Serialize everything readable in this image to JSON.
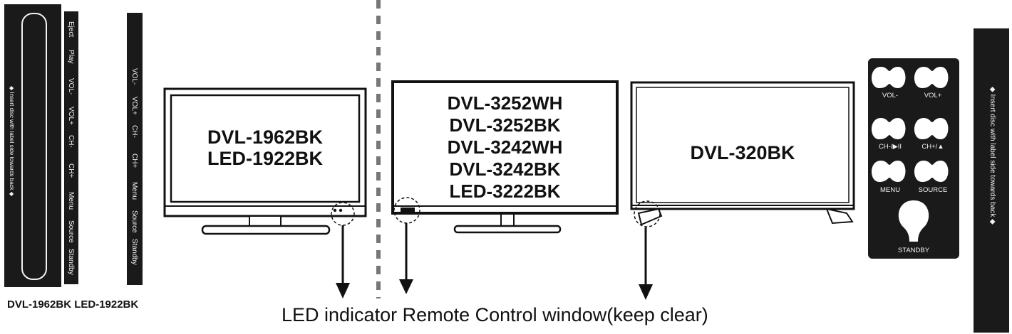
{
  "left_strip": {
    "text": "◆ Insert disc with label side towards back ◆"
  },
  "left_button_strip_1": {
    "buttons": [
      "Eject",
      "Play",
      "VOL-",
      "VOL+",
      "CH-",
      "CH+",
      "Menu",
      "Source",
      "Standby"
    ]
  },
  "left_button_strip_2": {
    "buttons": [
      "VOL-",
      "VOL+",
      "CH-",
      "CH+",
      "Menu",
      "Source",
      "Standby"
    ]
  },
  "left_caption": "DVL-1962BK LED-1922BK",
  "monitor_1": {
    "models": [
      "DVL-1962BK",
      "LED-1922BK"
    ]
  },
  "monitor_2": {
    "models": [
      "DVL-3252WH",
      "DVL-3252BK",
      "DVL-3242WH",
      "DVL-3242BK",
      "LED-3222BK"
    ]
  },
  "monitor_3": {
    "models": [
      "DVL-320BK"
    ]
  },
  "remote_panel": {
    "buttons": [
      "VOL-",
      "VOL+",
      "CH-/▶II",
      "CH+/▲",
      "MENU",
      "SOURCE",
      "STANDBY"
    ]
  },
  "right_strip": {
    "text": "◆ Insert disc with label side towards back ◆"
  },
  "bottom_caption": "LED indicator Remote Control window(keep clear)"
}
